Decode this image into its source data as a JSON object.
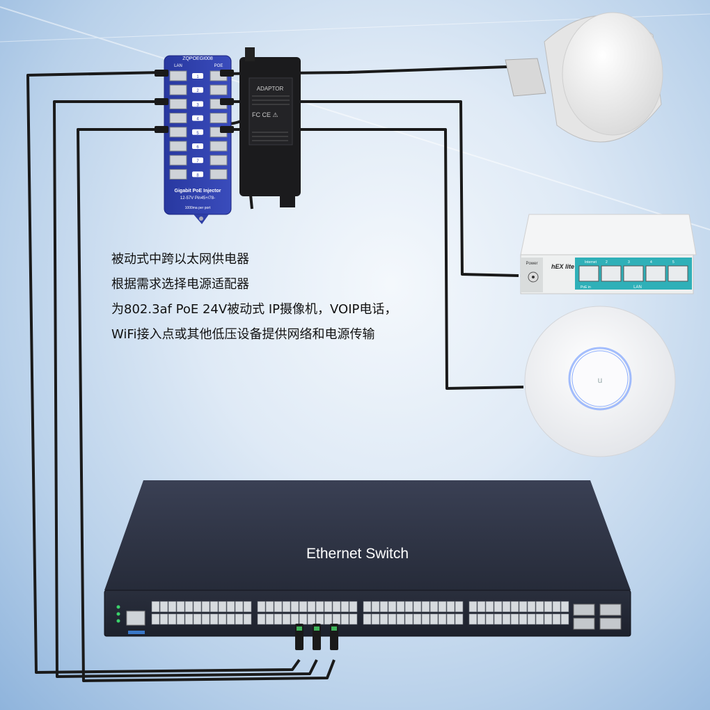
{
  "injector": {
    "model": "ZQPOEGI008",
    "lan_label": "LAN",
    "poe_label": "POE",
    "ports": [
      "1",
      "2",
      "3",
      "4",
      "5",
      "6",
      "7",
      "8"
    ],
    "title": "Gigabit PoE Injector",
    "spec": "12-57V  Pin45+/78-",
    "rate": "1000ma per port"
  },
  "adaptor": {
    "label": "ADAPTOR"
  },
  "router": {
    "brand": "hEX lite",
    "power_label": "Power",
    "internet_label": "Internet",
    "lan_label": "LAN",
    "poe_in_label": "PoE in",
    "port_numbers": [
      "2",
      "3",
      "4",
      "5"
    ]
  },
  "description": {
    "line1": "被动式中跨以太网供电器",
    "line2": "根据需求选择电源适配器",
    "line3": "为802.3af PoE 24V被动式 IP摄像机，VOIP电话，",
    "line4": "WiFi接入点或其他低压设备提供网络和电源传输"
  },
  "switch": {
    "label": "Ethernet Switch"
  },
  "colors": {
    "injector_blue": "#2f3fa6",
    "adaptor_black": "#1b1b1d",
    "switch_body": "#2b3040",
    "router_teal": "#2fb0b8",
    "ap_glow": "#5d8cff",
    "cable": "#1a1a1a"
  }
}
